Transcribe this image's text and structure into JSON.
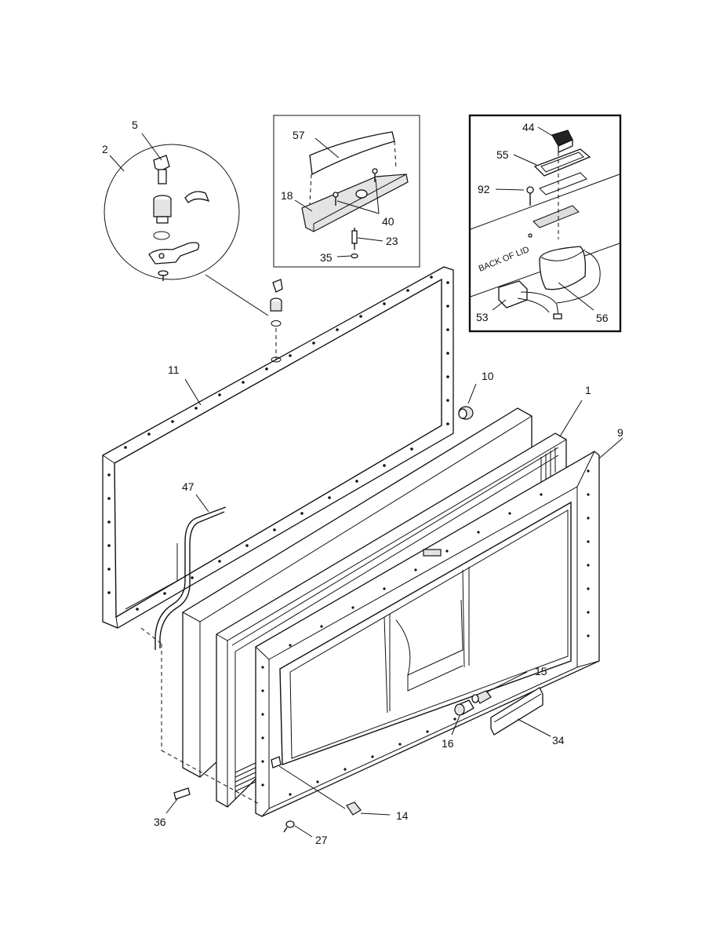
{
  "callouts": {
    "c5": "5",
    "c2": "2",
    "c57": "57",
    "c18": "18",
    "c40": "40",
    "c23": "23",
    "c35": "35",
    "c44": "44",
    "c55": "55",
    "c92": "92",
    "c53": "53",
    "c56": "56",
    "c11": "11",
    "c10": "10",
    "c1": "1",
    "c9": "9",
    "c47": "47",
    "c15": "15",
    "c16": "16",
    "c34": "34",
    "c36": "36",
    "c14": "14",
    "c27": "27"
  },
  "inset_label": "BACK OF LID"
}
